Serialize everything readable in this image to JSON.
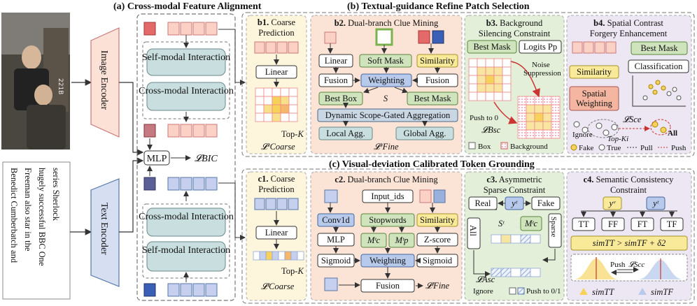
{
  "sections": {
    "a": "(a) Cross-modal Feature Alignment",
    "b": "(b) Textual-guidance Refine Patch Selection",
    "c": "(c) Visual-deviation Calibrated Token Grounding"
  },
  "encoders": {
    "image": "Image Encoder",
    "text": "Text Encoder"
  },
  "caption_lines": [
    "Benedict Cumberbatch and",
    "Freeman also star in the",
    "hugely successful BBC One",
    "series Sherlock"
  ],
  "alignment": {
    "self_modal": "Self-modal Interaction",
    "cross_modal": "Cross-modal Interaction",
    "mlp": "MLP",
    "loss": "𝓛BIC"
  },
  "b1": {
    "title": "b1. Coarse Prediction",
    "linear": "Linear",
    "topk": "Top-K",
    "loss": "𝓛ᵛCoarse"
  },
  "b2": {
    "title": "b2. Dual-branch Clue Mining",
    "linear": "Linear",
    "soft_mask": "Soft Mask",
    "similarity": "Similarity",
    "fusion_left": "Fusion",
    "weighting": "Weighting",
    "fusion_right": "Fusion",
    "best_box": "Best Box",
    "s": "S",
    "best_mask": "Best Mask",
    "dsga": "Dynamic Scope-Gated Aggregation",
    "local": "Local Agg.",
    "global": "Global Agg.",
    "loss": "𝓛ᵛFine"
  },
  "b3": {
    "title": "b3. Background Silencing Constraint",
    "best_mask": "Best Mask",
    "logits": "Logits Pp",
    "noise": "Noise Suppression",
    "push": "Push to 0",
    "loss": "𝓛Bsc",
    "legend_box": "Box",
    "legend_bg": "Background"
  },
  "b4": {
    "title": "b4. Spatial Contrast Forgery Enhancement",
    "best_mask": "Best Mask",
    "similarity": "Similarity",
    "classification": "Classification",
    "spatial": "Spatial Weighting",
    "loss": "𝓛Sce",
    "ignore": "Ignore",
    "topk": "Top-Ki",
    "all": "All",
    "legend": [
      "Fake",
      "True",
      "Pull",
      "Push"
    ]
  },
  "c1": {
    "title": "c1. Coarse Prediction",
    "linear": "Linear",
    "topk": "Top-K",
    "loss": "𝓛ᵗCoarse"
  },
  "c2": {
    "title": "c2. Dual-branch Clue Mining",
    "input_ids": "Input_ids",
    "conv": "Conv1d",
    "stopwords": "Stopwords",
    "similarity": "Similarity",
    "mlp": "MLP",
    "mc": "Mᵗc",
    "mp": "Mᵗp",
    "zscore": "Z-score",
    "sigmoid_left": "Sigmoid",
    "weighting": "Weighting",
    "sigmoid_right": "Sigmoid",
    "fusion": "Fusion",
    "loss": "𝓛ᵗFine"
  },
  "c3": {
    "title": "c3. Asymmetric Sparse Constraint",
    "real": "Real",
    "yt": "yᵗ",
    "fake": "Fake",
    "all": "All",
    "st": "Sᵗ",
    "mc": "Mᵗc",
    "sparse": "Sparse",
    "loss": "𝓛Asc",
    "legend_ignore": "Ignore",
    "legend_push": "Push to 0/1"
  },
  "c4": {
    "title": "c4. Semantic Consistency Constraint",
    "yv": "yᵛ",
    "yt": "yᵗ",
    "tt": "TT",
    "ff": "FF",
    "ft": "FT",
    "tf": "TF",
    "ineq": "simTT > simTF + δ2",
    "push": "Push",
    "loss": "𝓛Scc",
    "leg_tt": "simTT",
    "leg_tf": "simTF"
  },
  "colors": {
    "teal": "#c9dedf",
    "yellow_bg": "#fdf6dc",
    "salmon_bg": "#fbe3d6",
    "green_bg": "#e3efd9",
    "lavender_bg": "#ece7f3",
    "pink": "#f4b6b6",
    "blue": "#9ab1de",
    "accent_yellow": "#f7d25a"
  }
}
